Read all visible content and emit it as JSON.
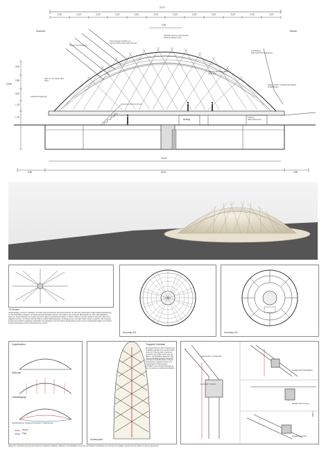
{
  "section": {
    "overall_dim": "27,07",
    "top_dims": [
      "2,20",
      "2,20",
      "2,20",
      "2,20",
      "2,20",
      "2,20",
      "2,20",
      "2,20",
      "2,20",
      "2,20",
      "2,20",
      "2,20"
    ],
    "dim_inner": "4,30",
    "label_summer": "Sommer",
    "label_winter": "Winter",
    "ann_sun_shade": "Sonnenverschattung",
    "ann_sun_protect": "Sonnensegel schützt vor Sonnen-hitze durch Rhomboide",
    "ann_vent": "Sichtbar warme Luft tritt über Lüftung Klappen aus",
    "ann_glass": "3-Scheiben Wärmeschutzverglasung",
    "ann_warm_air": "warme Luft steigt nach oben",
    "ann_frischluft": "Frischluft Zuleitung",
    "ann_cold_air": "warme Luft steigt nach oben auf",
    "ann_rain": "Regen wird in umlaufende Rigole aufgefangen",
    "room_lift": "Aufzug",
    "room_tech": "Lüftung Wärmetauscher",
    "left_dims": [
      "3,00",
      "2,50",
      "3,00",
      "1,75",
      "1,70"
    ],
    "height_total": "16,90",
    "bottom_left": "2,80",
    "bottom_mid": "20,67",
    "bottom_right": "2,80",
    "width_inner": "19,26"
  },
  "detail_text": {
    "heading": "Tit Fenster",
    "body": "Ausbauplatten aus Holz, Glasfaser und Glas zeigt konstruktive Sonnenschutzlinie. Es wird den Sonnenlicht mittels Dachentwässerung auf die Holzbalken integriert, die Glaselemente Fassaden passen sich exakt in die einzelnen Rhomboide ein. Die Lüftungsklappen liegen im oberen Bereich der Kuppel und sind mittels motorisierter Antriebe zu öffnen. Warme Luft kann damit im Sommer nach oben abgeführt werden. Im Winter wird die Wärme mittels Wärmetauscher zurückgewonnen und dem Raum wieder zugeführt. Die Fassade besteht aus dreifach verglastem Isolierglas mit integriertem Sonnenschutz. Regenwasser wird in einer umlaufenden Rigole am Fuß der Kuppel aufgefangen und zur Bewässerung genutzt."
  },
  "plans": {
    "caption_1": "Grundriss EG",
    "caption_2": "Grundriss OG"
  },
  "bottom": {
    "heading_left": "Kuppelaufbau",
    "label_a": "Gitterrost",
    "label_b": "Lastabtragung",
    "label_c": "Lastabtragung Tragwerk Fertigteil / Knotenpunkt",
    "legend_1": "Druck",
    "legend_2": "Zug",
    "heading_mid": "Tragwerk Holzstab",
    "body_mid": "Die Kuppel wird aus einem Tragwerk aus Holzstäben gebildet. Die einzelnen Stäbe werden in Knotenpunkten miteinander verbunden. Die Kräfte werden über die Stäbe in die Ringbalken abgeleitet. Das Gitter ist als Rautengeflecht ausgeführt und bildet rhombische Felder, in die die Glasscheiben eingesetzt werden. Die vorgefertigten Knotenelemente ermöglichen eine schnelle Montage vor Ort und reduzieren die Bauzeit erheblich.",
    "caption_mid": "Knotenpunkt",
    "bottom_text": "Mittels der Unterspannung wird die Kuppel am Fußpunkt zusätzlich stabilisiert. Der Ringbalken nimmt die horizontalen Schubkräfte auf und leitet die vertikalen Lasten über die Stützen in das Fundament ab.",
    "det_labels": [
      "Glasscheibe / Dichtprofil",
      "Holzstab / Knoten",
      "Detailschnitt Ringbalken",
      "Detailschnitt Knoten",
      "Detailschnitt Fuß"
    ],
    "sheet_num": "Blatt 1"
  }
}
